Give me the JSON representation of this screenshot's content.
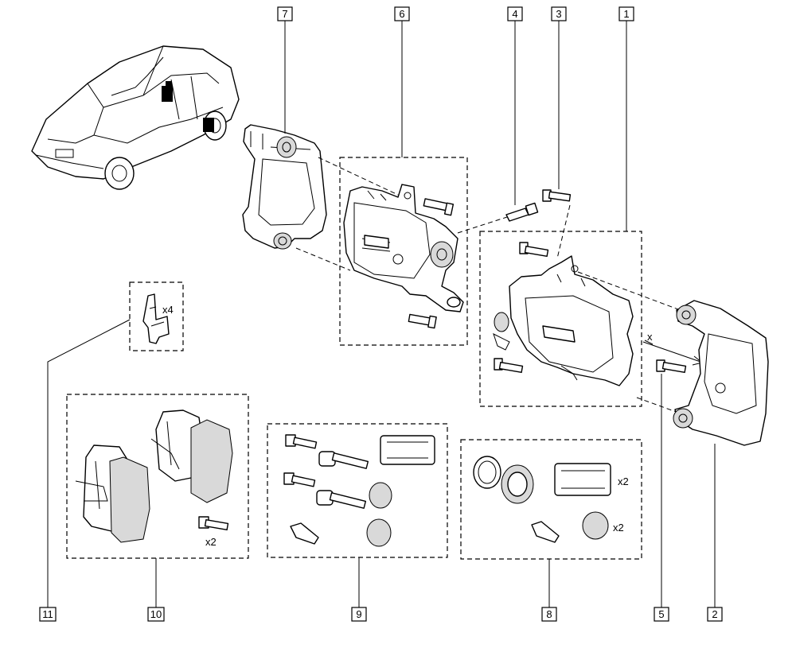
{
  "callouts": [
    {
      "label": "7"
    },
    {
      "label": "6"
    },
    {
      "label": "4"
    },
    {
      "label": "3"
    },
    {
      "label": "1"
    },
    {
      "label": "11"
    },
    {
      "label": "10"
    },
    {
      "label": "9"
    },
    {
      "label": "8"
    },
    {
      "label": "5"
    },
    {
      "label": "2"
    }
  ],
  "quantities": {
    "clip_x4": "x4",
    "pad_bolt_x2": "x2",
    "grease_x2": "x2",
    "boot_x2": "x2"
  },
  "annotations": {
    "gap_mark": "x"
  }
}
